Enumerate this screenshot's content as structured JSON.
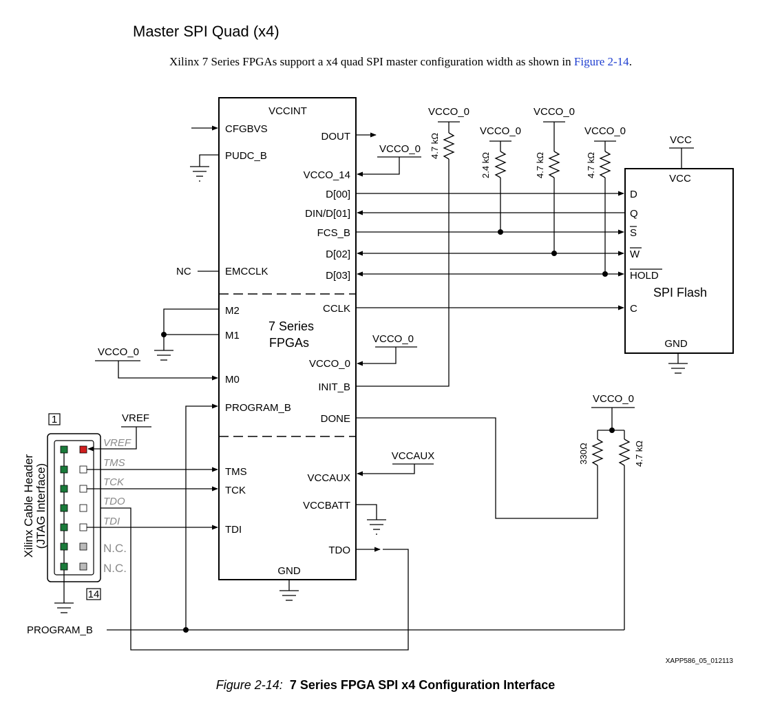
{
  "heading": "Master SPI Quad (x4)",
  "intro": {
    "text": "Xilinx 7 Series FPGAs support a x4 quad SPI master configuration width as shown in ",
    "link": "Figure 2-14",
    "end": "."
  },
  "fpga": {
    "top": "VCCINT",
    "name_line1": "7 Series",
    "name_line2": "FPGAs",
    "bottom": "GND",
    "left_pins": [
      "CFGBVS",
      "PUDC_B",
      "EMCCLK",
      "M2",
      "M1",
      "M0",
      "PROGRAM_B",
      "TMS",
      "TCK",
      "TDI"
    ],
    "right_pins": [
      "DOUT",
      "VCCO_14",
      "D[00]",
      "DIN/D[01]",
      "FCS_B",
      "D[02]",
      "D[03]",
      "CCLK",
      "VCCO_0",
      "INIT_B",
      "DONE",
      "VCCAUX",
      "VCCBATT",
      "TDO"
    ]
  },
  "flash": {
    "top": "VCC",
    "name": "SPI Flash",
    "bottom": "GND",
    "pins": [
      "D",
      "Q",
      "S",
      "W",
      "HOLD",
      "C"
    ]
  },
  "rails": {
    "vcco_0": "VCCO_0",
    "vcc": "VCC",
    "vccaux": "VCCAUX",
    "vref": "VREF",
    "nc": "NC"
  },
  "resistors": {
    "r1": "4.7 kΩ",
    "r2": "2.4 kΩ",
    "r3": "4.7 kΩ",
    "r4": "4.7 kΩ",
    "r5": "330Ω",
    "r6": "4.7 kΩ"
  },
  "jtag": {
    "title_line1": "Xilinx Cable Header",
    "title_line2": "(JTAG Interface)",
    "pin_first": "1",
    "pin_last": "14",
    "signals": [
      "VREF",
      "TMS",
      "TCK",
      "TDO",
      "TDI",
      "N.C.",
      "N.C."
    ]
  },
  "program_b": "PROGRAM_B",
  "xapp_ref": "XAPP586_05_012113",
  "caption": {
    "number": "Figure 2-14:",
    "title": "7 Series FPGA SPI x4 Configuration Interface"
  }
}
